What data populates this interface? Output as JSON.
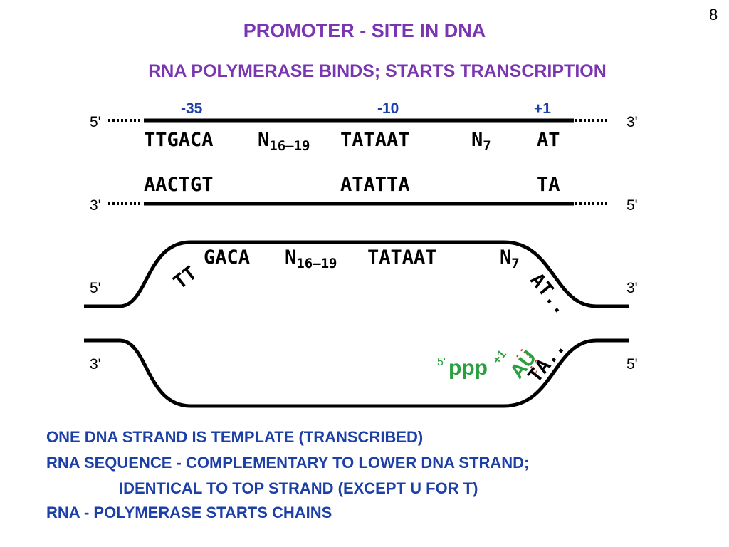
{
  "page_number": "8",
  "title": "PROMOTER - SITE IN DNA",
  "subtitle": "RNA POLYMERASE BINDS; STARTS TRANSCRIPTION",
  "positions": {
    "minus35": "-35",
    "minus10": "-10",
    "plus1": "+1"
  },
  "ends": {
    "five_prime": "5'",
    "three_prime": "3'"
  },
  "top_strand": {
    "box35": "TTGACA",
    "spacer": "N",
    "spacer_sub": "16–19",
    "box10": "TATAAT",
    "n7": "N",
    "n7_sub": "7",
    "start": "AT"
  },
  "bottom_strand": {
    "box35": "AACTGT",
    "box10": "ATATTA",
    "start": "TA"
  },
  "open_complex": {
    "tt": "TT",
    "gaca": "GACA",
    "spacer": "N",
    "spacer_sub": "16–19",
    "box10": "TATAAT",
    "n7": "N",
    "n7_sub": "7",
    "at": "AT..",
    "ta": "TA..",
    "rna_five_prime": "5'",
    "rna_ppp": "ppp",
    "rna_plus1": "+1",
    "rna_au": "AU"
  },
  "notes": [
    "ONE DNA STRAND IS TEMPLATE (TRANSCRIBED)",
    "RNA SEQUENCE -  COMPLEMENTARY TO LOWER DNA STRAND;",
    "IDENTICAL TO TOP STRAND (EXCEPT U FOR T)",
    "RNA - POLYMERASE STARTS CHAINS"
  ],
  "colors": {
    "title": "#7a35b0",
    "blue_text": "#1c3fa8",
    "rna_green": "#2aa040",
    "base_pair_dots": "#e23030"
  }
}
